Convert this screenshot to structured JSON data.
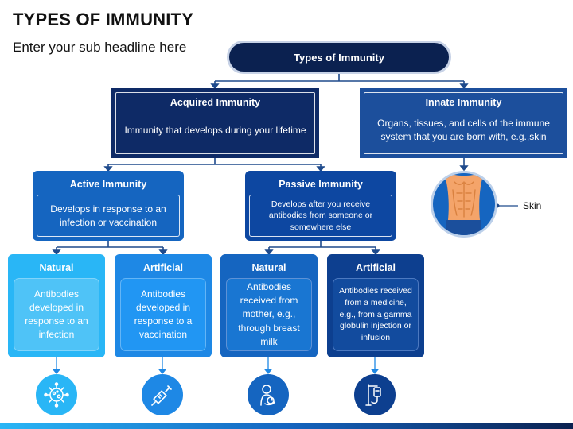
{
  "title": "TYPES OF IMMUNITY",
  "subtitle": "Enter your sub headline here",
  "root": {
    "label": "Types of Immunity"
  },
  "acquired": {
    "title": "Acquired Immunity",
    "desc": "Immunity that develops during your lifetime"
  },
  "innate": {
    "title": "Innate Immunity",
    "desc": "Organs, tissues, and cells of the immune system that you are born with, e.g.,skin"
  },
  "active": {
    "title": "Active Immunity",
    "desc": "Develops in response to an infection or vaccination"
  },
  "passive": {
    "title": "Passive Immunity",
    "desc": "Develops after you receive antibodies from someone or somewhere else"
  },
  "leaves": [
    {
      "title": "Natural",
      "desc": "Antibodies developed in response to an infection",
      "icon": "virus-icon"
    },
    {
      "title": "Artificial",
      "desc": "Antibodies developed in response to a vaccination",
      "icon": "syringe-icon"
    },
    {
      "title": "Natural",
      "desc": "Antibodies received from mother, e.g., through breast milk",
      "icon": "mother-baby-icon"
    },
    {
      "title": "Artificial",
      "desc": "Antibodies received from a medicine, e.g., from a gamma globulin injection or infusion",
      "icon": "iv-drip-icon"
    }
  ],
  "skin_label": "Skin",
  "colors": {
    "navy": "#0b2150",
    "acquired": "#0e2a66",
    "innate": "#1c4f9c",
    "active": "#1565c0",
    "passive": "#0d47a1",
    "light_blue": "#29b6f6",
    "connector": "#1e4a8c",
    "skin": "#f4a46a"
  }
}
